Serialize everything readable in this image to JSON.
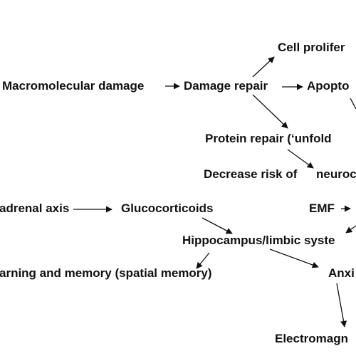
{
  "diagram": {
    "nodes": [
      {
        "id": "cell-prolif",
        "text": "Cell prolifer"
      },
      {
        "id": "macro-damage",
        "text": "Macromolecular damage"
      },
      {
        "id": "damage-repair",
        "text": "Damage repair"
      },
      {
        "id": "apoptosis",
        "text": "Apopto"
      },
      {
        "id": "protein-repair",
        "text": "Protein repair (‘unfold"
      },
      {
        "id": "decrease-risk",
        "text": "Decrease risk of"
      },
      {
        "id": "neuro",
        "text": "neuroc"
      },
      {
        "id": "adrenal-axis",
        "text": "adrenal axis"
      },
      {
        "id": "glucocorticoids",
        "text": "Glucocorticoids"
      },
      {
        "id": "emf",
        "text": "EMF"
      },
      {
        "id": "hippocampus",
        "text": "Hippocampus/limbic syste"
      },
      {
        "id": "learning-memory",
        "text": "arning and memory (spatial memory)"
      },
      {
        "id": "anxiety",
        "text": "Anxi"
      },
      {
        "id": "electromagn",
        "text": "Electromagn"
      }
    ]
  },
  "colors": {
    "text": "#111111",
    "arrow": "#111111",
    "background": "#ffffff"
  }
}
